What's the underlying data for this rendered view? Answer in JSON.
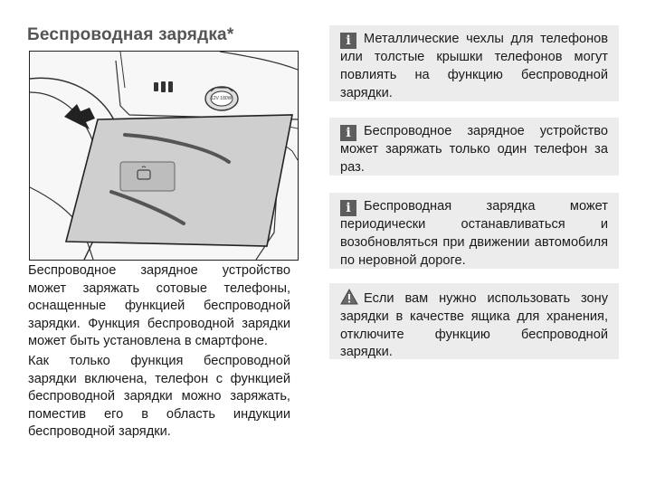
{
  "title": "Беспроводная зарядка*",
  "figure": {
    "icons": [
      "arrow-icon",
      "wireless-charging-icon",
      "power-outlet-icon",
      "usb-ports-icon"
    ],
    "outlet_label": "12V 180W"
  },
  "body_paragraphs": [
    "Беспроводное зарядное устройство может заряжать сотовые телефоны, оснащенные функцией беспроводной зарядки. Функция беспроводной зарядки может быть установлена в смартфоне.",
    "Как только функция беспроводной зарядки включена, телефон с функцией беспроводной зарядки можно заряжать, поместив его в область индукции беспроводной зарядки."
  ],
  "notes": [
    {
      "icon": "info-icon",
      "badge": "i",
      "text": "Металлические чехлы для телефонов или толстые крышки телефонов могут повлиять на функцию беспроводной зарядки."
    },
    {
      "icon": "info-icon",
      "badge": "i",
      "text": "Беспроводное зарядное устройство может заряжать только один телефон за раз."
    },
    {
      "icon": "info-icon",
      "badge": "i",
      "text": "Беспроводная зарядка может периодически останавливаться и возобновляться при движении автомобиля по неровной дороге."
    },
    {
      "icon": "warning-icon",
      "badge": "",
      "text": "Если вам нужно использовать зону зарядки в качестве ящика для хранения, отключите функцию беспроводной зарядки."
    }
  ],
  "colors": {
    "note_background": "#ececec",
    "badge": "#5d5d5d",
    "title": "#555555"
  }
}
